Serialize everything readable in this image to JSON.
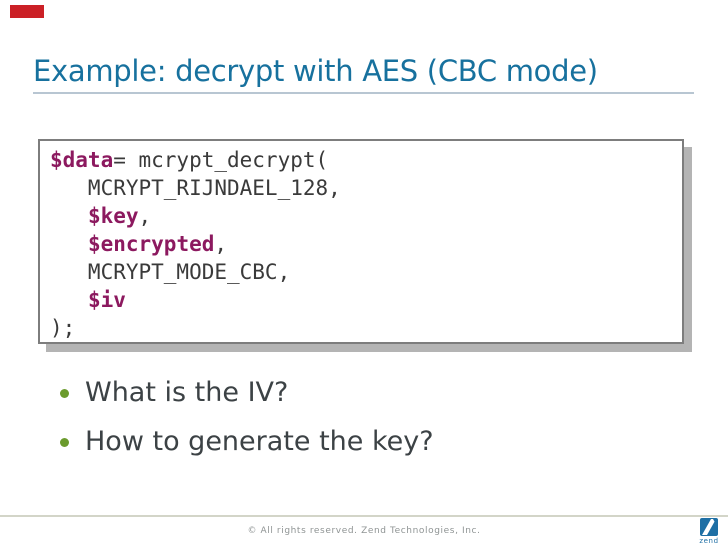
{
  "slide": {
    "title": "Example: decrypt with AES (CBC mode)",
    "code": {
      "lines": [
        [
          {
            "t": "$data",
            "k": true
          },
          {
            "t": "= mcrypt_decrypt(",
            "k": false
          }
        ],
        [
          {
            "t": "   MCRYPT_RIJNDAEL_128,",
            "k": false
          }
        ],
        [
          {
            "t": "   ",
            "k": false
          },
          {
            "t": "$key",
            "k": true
          },
          {
            "t": ",",
            "k": false
          }
        ],
        [
          {
            "t": "   ",
            "k": false
          },
          {
            "t": "$encrypted",
            "k": true
          },
          {
            "t": ",",
            "k": false
          }
        ],
        [
          {
            "t": "   MCRYPT_MODE_CBC,",
            "k": false
          }
        ],
        [
          {
            "t": "   ",
            "k": false
          },
          {
            "t": "$iv",
            "k": true
          }
        ],
        [
          {
            "t": ");",
            "k": false
          }
        ]
      ]
    },
    "bullets": [
      "What is the IV?",
      "How to generate the key?"
    ],
    "footer": "© All rights reserved. Zend Technologies, Inc.",
    "logo_wordmark": "zend",
    "colors": {
      "title": "#17719e",
      "rule": "#b8c6d2",
      "keyword": "#8c195f",
      "code": "#3a3a3a",
      "shadow": "#b4b4b4",
      "bullet_dot": "#6b9b2d",
      "bullet_text": "#3c4245",
      "footer_rule": "#d3d5c8",
      "footer_text": "#8f9494",
      "accent_red": "#cb2026",
      "zend_blue": "#1e6fa5"
    }
  }
}
